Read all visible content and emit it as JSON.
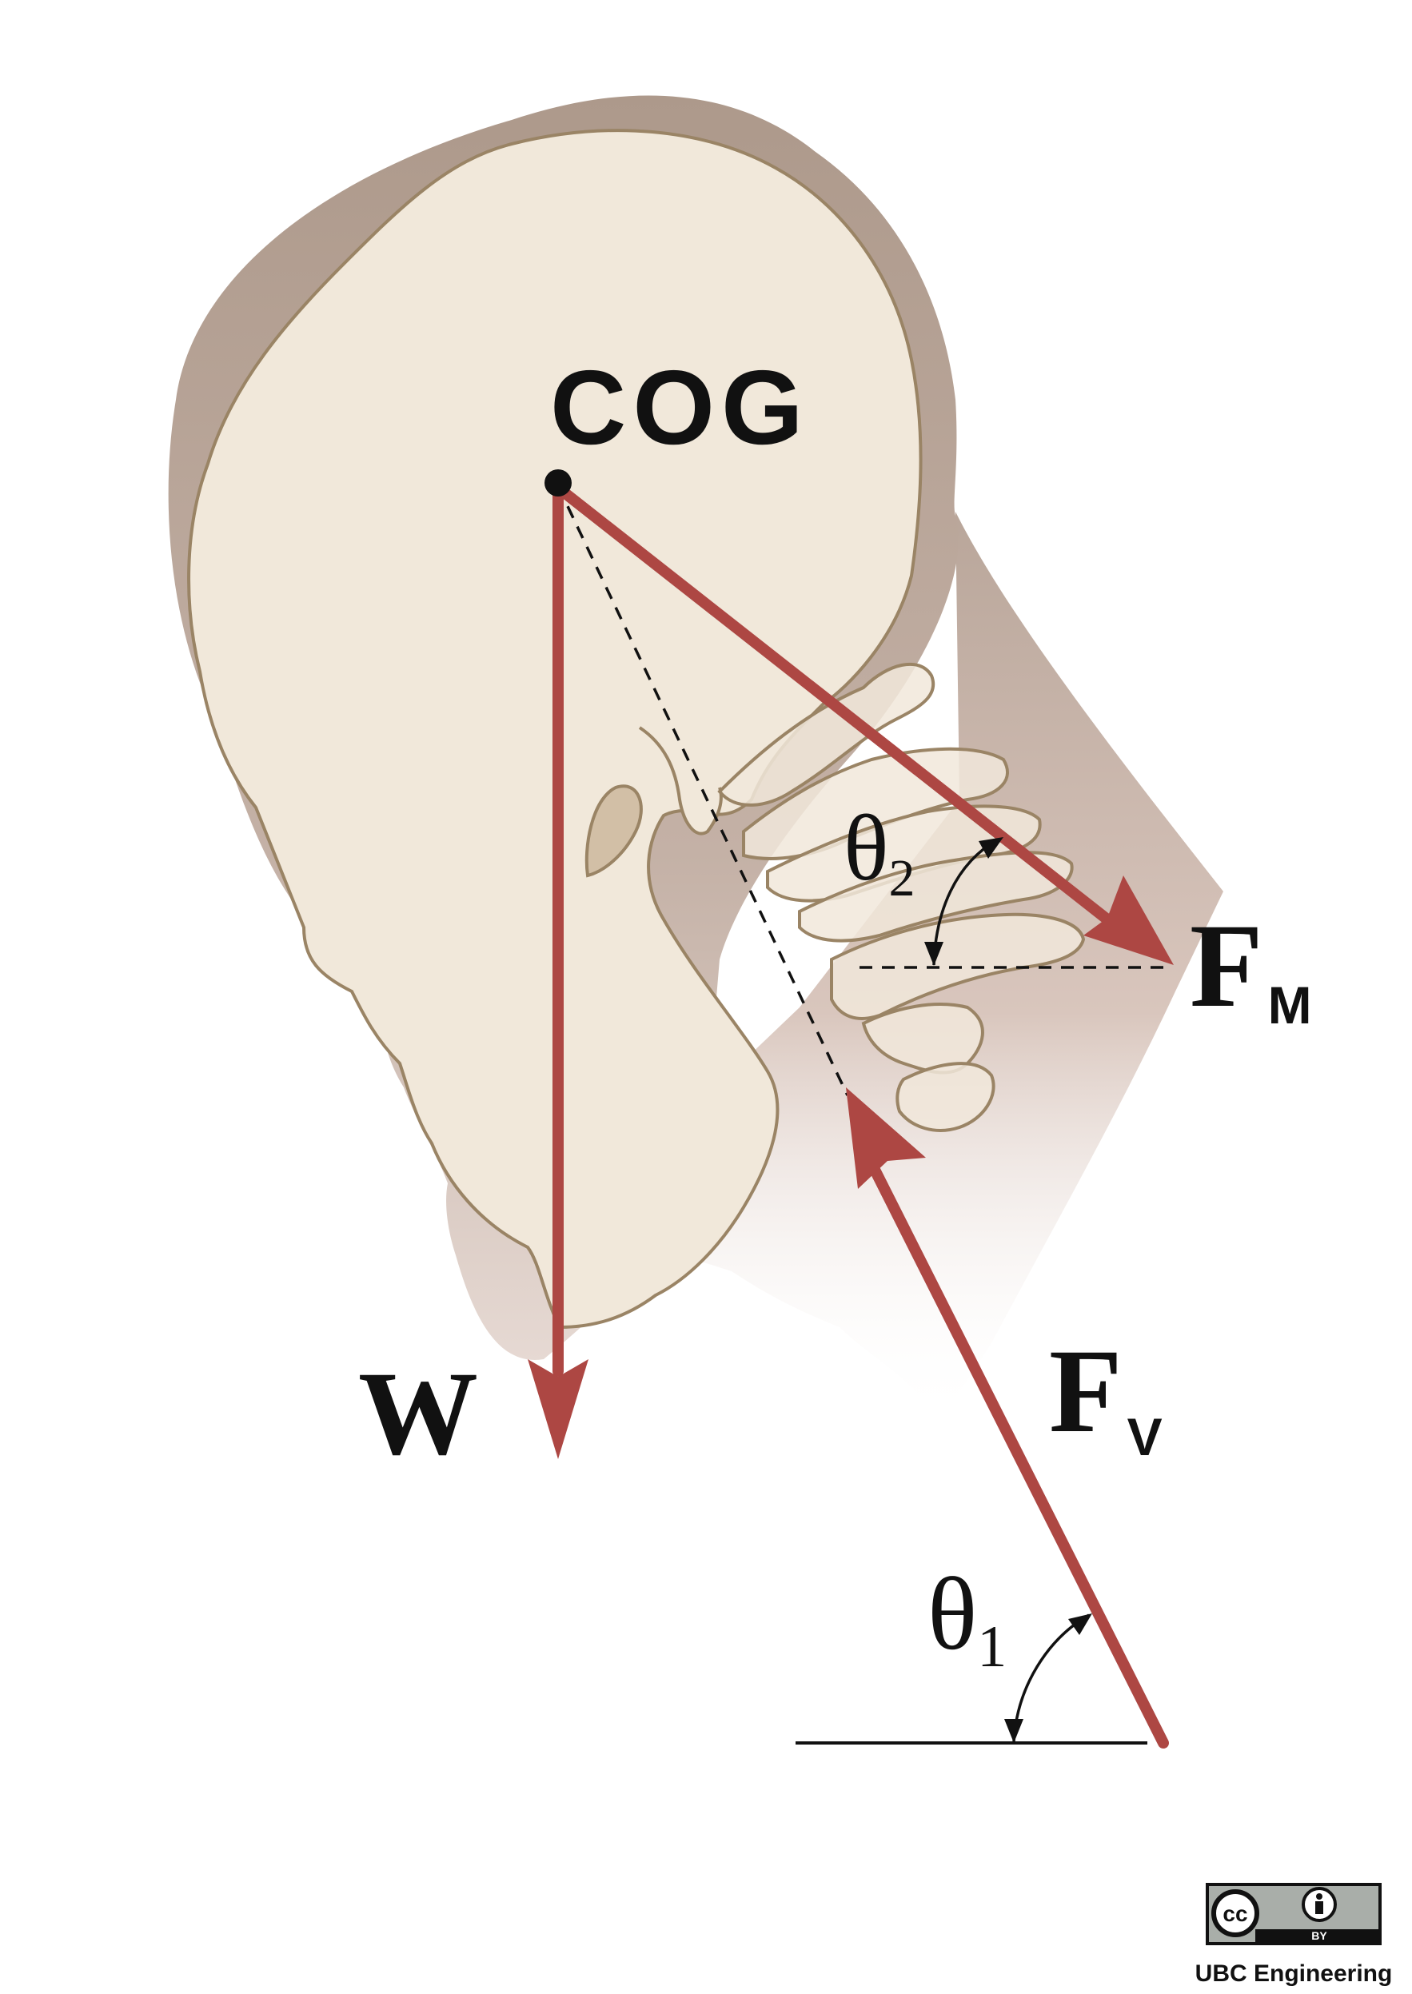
{
  "labels": {
    "cog": "COG",
    "weight": "W",
    "muscle_force_main": "F",
    "muscle_force_sub": "M",
    "vertebral_force_main": "F",
    "vertebral_force_sub": "V",
    "theta_symbol": "θ",
    "theta1_sub": "1",
    "theta2_sub": "2"
  },
  "license": {
    "cc_text": "cc",
    "by_text": "BY",
    "credit": "UBC Engineering"
  },
  "colors": {
    "force_arrow": "#ad4743",
    "skull_fill": "#f1e8da",
    "skull_outline": "#9a8465",
    "head_shadow": "#b3a093",
    "neck_shadow": "#d7c2b8"
  }
}
